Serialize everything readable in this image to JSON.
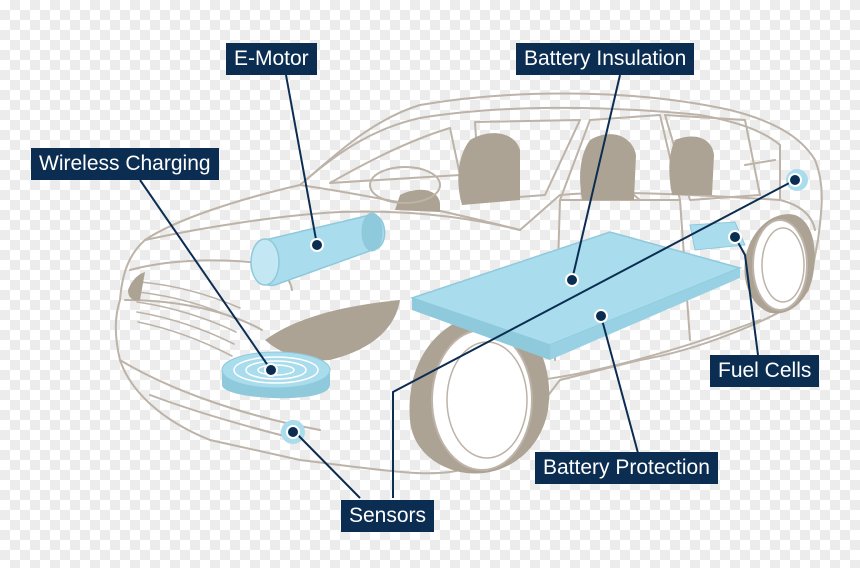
{
  "labels": {
    "e_motor": "E-Motor",
    "battery_insulation": "Battery Insulation",
    "wireless_charging": "Wireless Charging",
    "fuel_cells": "Fuel Cells",
    "battery_protection": "Battery Protection",
    "sensors": "Sensors"
  },
  "colors": {
    "label_background": "#0c2d52",
    "label_text": "#ffffff",
    "component_fill": "#a9dcec",
    "car_outline": "#bdb3a8",
    "tire_fill": "#ada394",
    "seat_fill": "#ada394",
    "leader_line": "#0c2d52"
  }
}
